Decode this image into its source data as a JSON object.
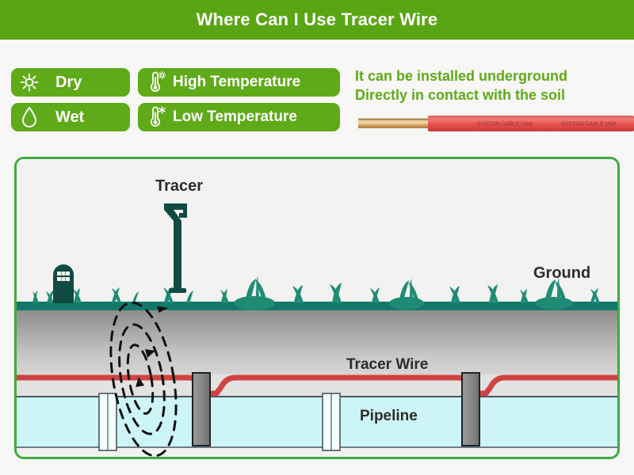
{
  "header": {
    "title": "Where Can I Use Tracer Wire",
    "bg_color": "#5aa514",
    "text_color": "#ffffff"
  },
  "badges": {
    "bg_color": "#5faa18",
    "text_color": "#ffffff",
    "items": [
      {
        "id": "dry",
        "label": "Dry",
        "icon": "sun-icon"
      },
      {
        "id": "wet",
        "label": "Wet",
        "icon": "water-drop-icon"
      },
      {
        "id": "high",
        "label": "High Temperature",
        "icon": "thermometer-sun-icon"
      },
      {
        "id": "low",
        "label": "Low Temperature",
        "icon": "thermometer-snowflake-icon"
      }
    ]
  },
  "note": {
    "color": "#5faa18",
    "line1": "It can be installed underground",
    "line2": "Directly in contact with the soil"
  },
  "wire_photo": {
    "print_text": "SYSTON CABLE USA",
    "print_text_2": "SYSTON CABLE USA",
    "insulation_color": "#e8504e",
    "conductor_color": "#c89450"
  },
  "diagram": {
    "border_color": "#3faa3f",
    "background": "#f2f2f0",
    "labels": {
      "tracer": "Tracer",
      "ground": "Ground",
      "tracer_wire": "Tracer Wire",
      "pipeline": "Pipeline"
    },
    "colors": {
      "grass": "#12796a",
      "soil_top": "#8f8f8f",
      "soil_bottom": "#e6e6e4",
      "tracer_wire": "#cf4442",
      "pipeline_fill": "#cdf4f7",
      "pipeline_stroke": "#4a5560",
      "post": "#8a8a8a",
      "post_stroke": "#222222",
      "device": "#104a43",
      "field_lines": "#111111"
    },
    "elements": {
      "signal_loops": 3,
      "pipe_joints": 2,
      "posts": 2,
      "marker_post": "utility-marker-icon"
    }
  }
}
